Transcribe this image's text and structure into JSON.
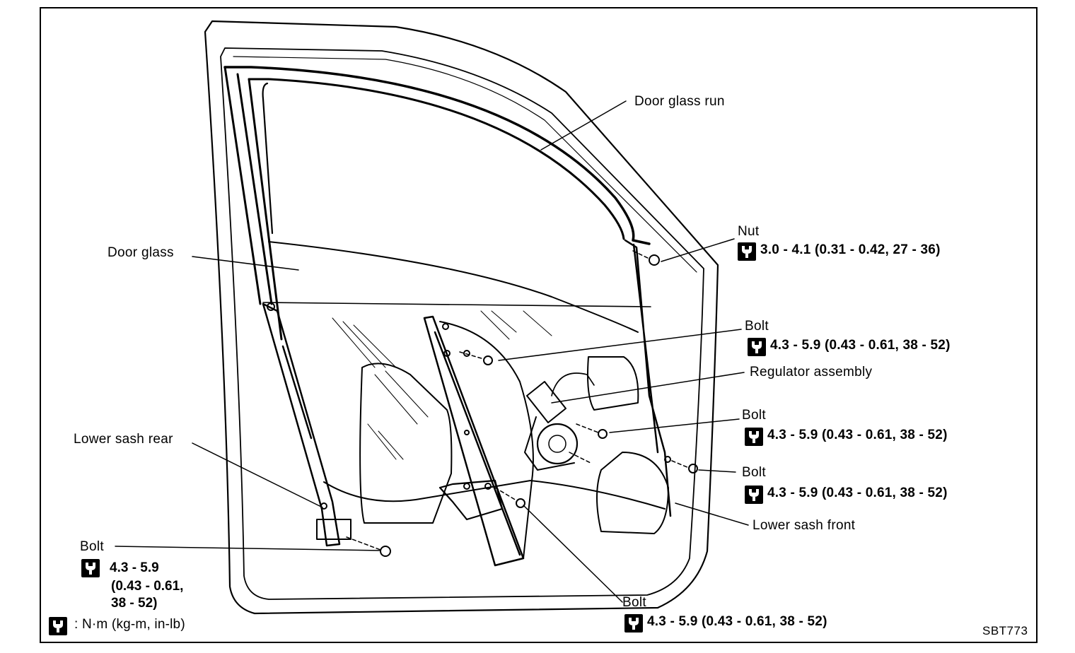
{
  "labels": {
    "door_glass_run": "Door glass run",
    "nut": "Nut",
    "door_glass": "Door glass",
    "bolt_a": "Bolt",
    "regulator_assembly": "Regulator assembly",
    "bolt_b": "Bolt",
    "lower_sash_rear": "Lower sash rear",
    "bolt_c": "Bolt",
    "lower_sash_front": "Lower sash front",
    "bolt_d": "Bolt",
    "bolt_e": "Bolt"
  },
  "torques": {
    "nut": "3.0 - 4.1 (0.31 - 0.42, 27 - 36)",
    "bolt_a": "4.3 - 5.9 (0.43 - 0.61, 38 - 52)",
    "bolt_b": "4.3 - 5.9 (0.43 - 0.61, 38 - 52)",
    "bolt_c": "4.3 - 5.9 (0.43 - 0.61, 38 - 52)",
    "bolt_d_line1": "4.3 - 5.9",
    "bolt_d_line2": "(0.43 - 0.61,",
    "bolt_d_line3": "38 - 52)",
    "bolt_e": "4.3 - 5.9 (0.43 - 0.61, 38 - 52)"
  },
  "legend": {
    "units": ": N·m (kg-m, in-lb)"
  },
  "figure_code": "SBT773",
  "icons": {
    "torque": "torque-wrench-icon"
  }
}
